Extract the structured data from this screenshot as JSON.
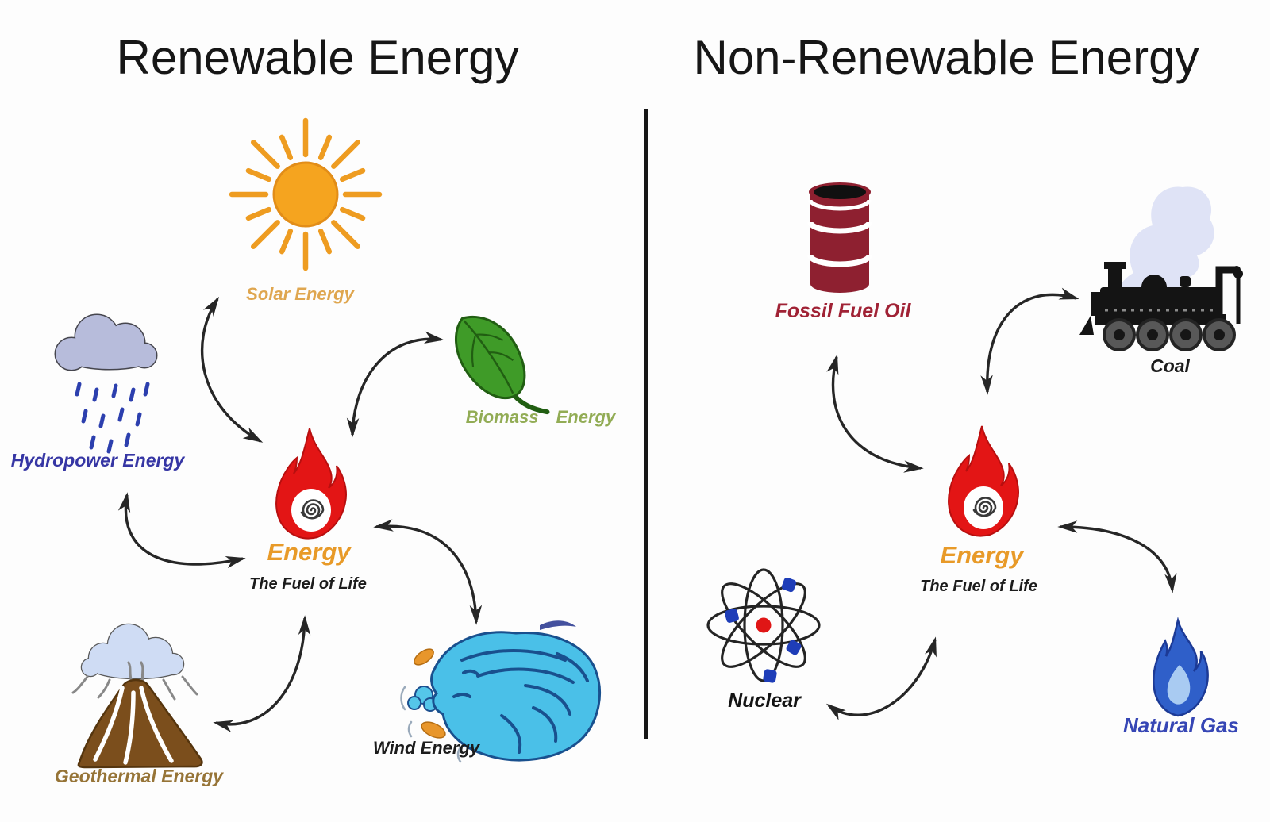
{
  "diagram": {
    "left": {
      "title": "Renewable Energy",
      "center_label": "Energy",
      "center_sublabel": "The Fuel of Life",
      "solar_label": "Solar Energy",
      "hydro_label": "Hydropower Energy",
      "biomass_label": "Biomass Energy",
      "geothermal_label": "Geothermal Energy",
      "wind_label": "Wind Energy"
    },
    "right": {
      "title": "Non-Renewable Energy",
      "center_label": "Energy",
      "center_sublabel": "The Fuel of Life",
      "fossil_label": "Fossil Fuel Oil",
      "coal_label": "Coal",
      "nuclear_label": "Nuclear",
      "natural_gas_label": "Natural Gas"
    },
    "colors": {
      "flame_red": "#e31515",
      "energy_orange": "#e89a28",
      "sun_orange": "#f5a41f",
      "leaf_green": "#3f9b28",
      "hydro_blue": "#3636a4",
      "biomass_green": "#92ac55",
      "geothermal_brown": "#967437",
      "fossil_red": "#a02235",
      "natural_gas_blue": "#3646b5",
      "wind_cyan": "#4ac0e8",
      "arrow_black": "#262626"
    }
  }
}
